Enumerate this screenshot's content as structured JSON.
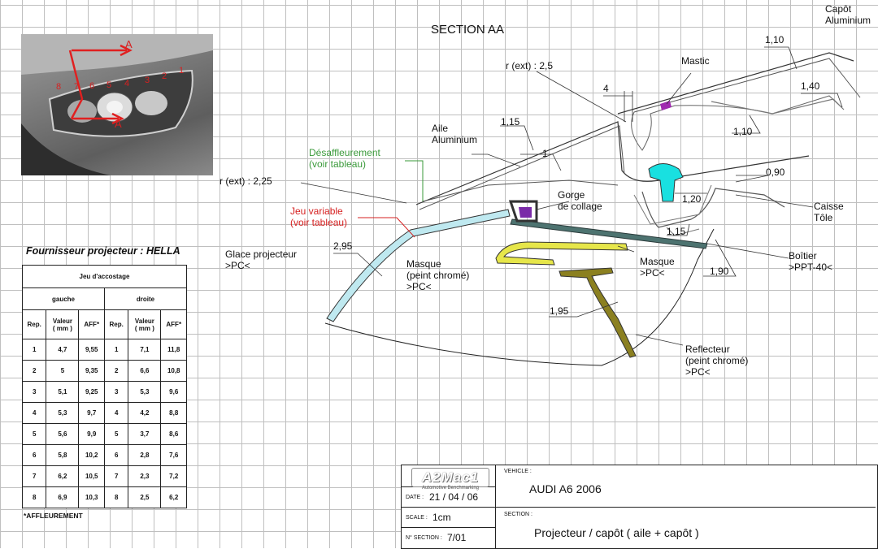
{
  "section_title": "SECTION AA",
  "photo": {
    "section_marker": "A",
    "point_labels": [
      "8",
      "7",
      "6",
      "5",
      "4",
      "3",
      "2",
      "1"
    ]
  },
  "labels": {
    "capot": "Capôt\nAluminium",
    "dim_110_top": "1,10",
    "r_ext_25": "r (ext) : 2,5",
    "mastic": "Mastic",
    "dim_4": "4",
    "dim_140": "1,40",
    "dim_110_mid": "1,10",
    "dim_115_aile": "1,15",
    "aile": "Aile\nAluminium",
    "dim_1": "1",
    "desaffleurement": "Désaffleurement\n(voir tableau)",
    "dim_090": "0,90",
    "r_ext_225": "r (ext) : 2,25",
    "gorge": "Gorge\nde collage",
    "dim_120": "1,20",
    "caisse": "Caisse\nTôle",
    "jeu_variable": "Jeu variable\n(voir tableau)",
    "dim_115_low": "1,15",
    "boitier": "Boîtier\n>PPT-40<",
    "dim_295": "2,95",
    "glace": "Glace projecteur\n>PC<",
    "masque_left": "Masque\n(peint chromé)\n>PC<",
    "masque_right": "Masque\n>PC<",
    "dim_190": "1,90",
    "dim_195": "1,95",
    "reflecteur": "Reflecteur\n(peint chromé)\n>PC<"
  },
  "supplier": "Fournisseur projecteur : HELLA",
  "table": {
    "title": "Jeu d'accostage",
    "groups": [
      "gauche",
      "droite"
    ],
    "headers": [
      "Rep.",
      "Valeur\n( mm )",
      "AFF*",
      "Rep.",
      "Valeur\n( mm )",
      "AFF*"
    ],
    "rows": [
      [
        "1",
        "4,7",
        "9,55",
        "1",
        "7,1",
        "11,8"
      ],
      [
        "2",
        "5",
        "9,35",
        "2",
        "6,6",
        "10,8"
      ],
      [
        "3",
        "5,1",
        "9,25",
        "3",
        "5,3",
        "9,6"
      ],
      [
        "4",
        "5,3",
        "9,7",
        "4",
        "4,2",
        "8,8"
      ],
      [
        "5",
        "5,6",
        "9,9",
        "5",
        "3,7",
        "8,6"
      ],
      [
        "6",
        "5,8",
        "10,2",
        "6",
        "2,8",
        "7,6"
      ],
      [
        "7",
        "6,2",
        "10,5",
        "7",
        "2,3",
        "7,2"
      ],
      [
        "8",
        "6,9",
        "10,3",
        "8",
        "2,5",
        "6,2"
      ]
    ],
    "footnote": "*AFFLEUREMENT"
  },
  "title_block": {
    "logo": "A2Mac1",
    "logo_sub": "Automotive Benchmarking",
    "date_label": "DATE :",
    "date": "21 / 04 / 06",
    "scale_label": "SCALE :",
    "scale": "1cm",
    "section_label": "N° SECTION :",
    "section": "7/01",
    "vehicle_label": "VEHICLE :",
    "vehicle": "AUDI A6 2006",
    "section_name_label": "SECTION :",
    "section_name": "Projecteur / capôt ( aile + capôt )"
  },
  "colors": {
    "glace": "#bfe9f0",
    "masque": "#e6e64a",
    "reflecteur": "#8b8020",
    "boitier": "#4d7370",
    "clip": "#19e0e0",
    "gorge": "#7a2aa8",
    "mastic": "#a02ab0",
    "desaffleurement": "#3a9a3a",
    "jeu_variable": "#d62020"
  }
}
